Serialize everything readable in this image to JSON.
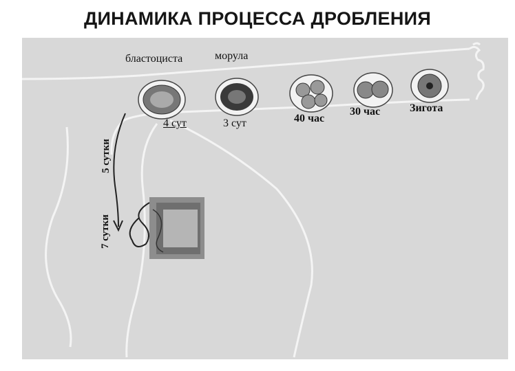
{
  "title": "ДИНАМИКА ПРОЦЕССА ДРОБЛЕНИЯ",
  "labels": {
    "blastocyst": "бластоциста",
    "morula": "морула",
    "day4": "4 сут",
    "day3": "3 сут",
    "hour40": "40 час",
    "hour30": "30 час",
    "zygote": "Зигота",
    "days5": "5 сутки",
    "days7": "7 сутки"
  }
}
